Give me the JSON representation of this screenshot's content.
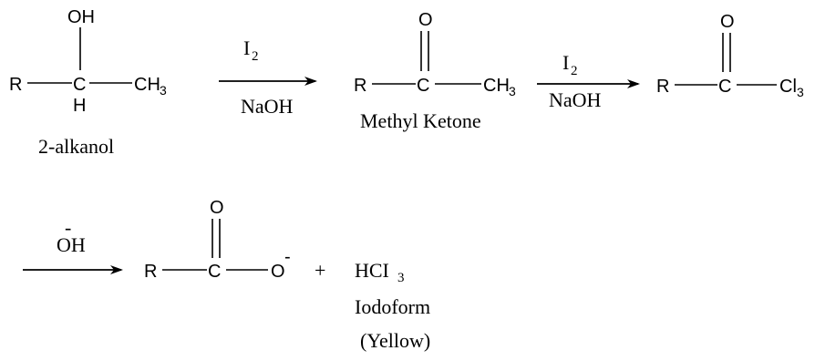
{
  "atoms": {
    "r": "R",
    "c": "C",
    "h": "H",
    "o": "O",
    "oh": "OH",
    "ch": "CH",
    "cl": "Cl",
    "three": "3",
    "minus": "-"
  },
  "reagents": {
    "iodine_symbol": "I",
    "iodine_subscript": "2",
    "base": "NaOH",
    "hydroxide": "OH"
  },
  "labels": {
    "alkanol": "2-alkanol",
    "methyl_ketone": "Methyl Ketone",
    "plus": "+",
    "hci3_symbol": "HCI",
    "hci3_subscript": "3",
    "iodoform": "Iodoform",
    "yellow": "(Yellow)"
  }
}
